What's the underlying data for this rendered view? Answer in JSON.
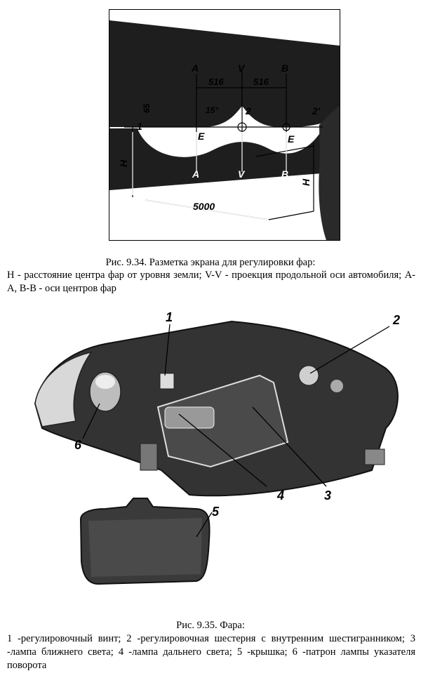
{
  "figure1": {
    "labels": {
      "a_top": "A",
      "v_top": "V",
      "b_top": "B",
      "a_bottom": "A",
      "v_bottom": "V",
      "b_bottom": "B",
      "dist_left": "516",
      "dist_right": "516",
      "offset": "65",
      "angle": "15°",
      "point1": "1",
      "point2": "2",
      "point2p": "2'",
      "e_left": "E",
      "e_right": "E",
      "h_left": "H",
      "h_right": "H",
      "distance": "5000"
    },
    "caption_title": "Рис. 9.34. Разметка экрана для регулировки фар:",
    "caption_body": "Н - расстояние центра фар от уровня земли; V-V - проекция продольной оси автомобиля; А-А, В-В - оси центров фар"
  },
  "figure2": {
    "callouts": {
      "c1": "1",
      "c2": "2",
      "c3": "3",
      "c4": "4",
      "c5": "5",
      "c6": "6"
    },
    "caption_title": "Рис. 9.35. Фара:",
    "caption_body": "1 -регулировочный винт; 2 -регулировочная шестерня с внутренним шестигранником;  3 -лампа ближнего света; 4 -лампа дальнего света; 5 -крышка; 6 -патрон лампы указателя поворота"
  }
}
